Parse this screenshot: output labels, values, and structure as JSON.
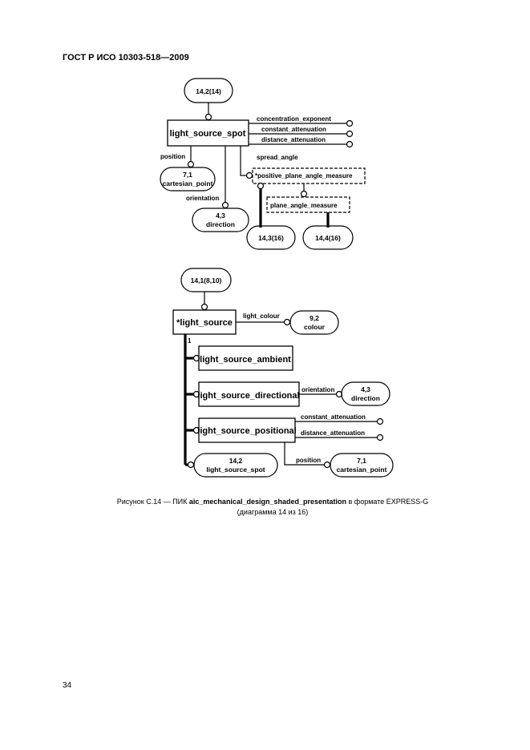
{
  "header": "ГОСТ Р ИСО 10303-518—2009",
  "page_number": "34",
  "caption": {
    "prefix": "Рисунок  C.14 — ПИК",
    "schema": "aic_mechanical_design_shaded_presentation",
    "suffix": "в формате EXPRESS-G",
    "line2": "(диаграмма 14 из 16)"
  },
  "d1": {
    "ref_top": "14,2(14)",
    "entity": "light_source_spot",
    "attr_conc": "concentration_exponent",
    "attr_const": "constant_attenuation",
    "attr_dist": "distance_attenuation",
    "attr_position": "position",
    "ref_cart": [
      "7,1",
      "cartesian_point"
    ],
    "attr_orientation": "orientation",
    "ref_dir": [
      "4,3",
      "direction"
    ],
    "attr_spread": "spread_angle",
    "type_ppam": "*positive_plane_angle_measure",
    "type_pam": "plane_angle_measure",
    "ref_a": "14,3(16)",
    "ref_b": "14,4(16)"
  },
  "d2": {
    "ref_top": "14,1(8,10)",
    "entity": "*light_source",
    "attr_colour": "light_colour",
    "ref_colour": [
      "9,2",
      "colour"
    ],
    "one": "1",
    "ambient": "light_source_ambient",
    "directional": "light_source_directional",
    "attr_orientation": "orientation",
    "ref_dir": [
      "4,3",
      "direction"
    ],
    "positional": "light_source_positional",
    "attr_const": "constant_attenuation",
    "attr_dist": "distance_attenuation",
    "attr_position": "position",
    "ref_cart": [
      "7,1",
      "cartesian_point"
    ],
    "ref_spot": [
      "14,2",
      "light_source_spot"
    ]
  }
}
